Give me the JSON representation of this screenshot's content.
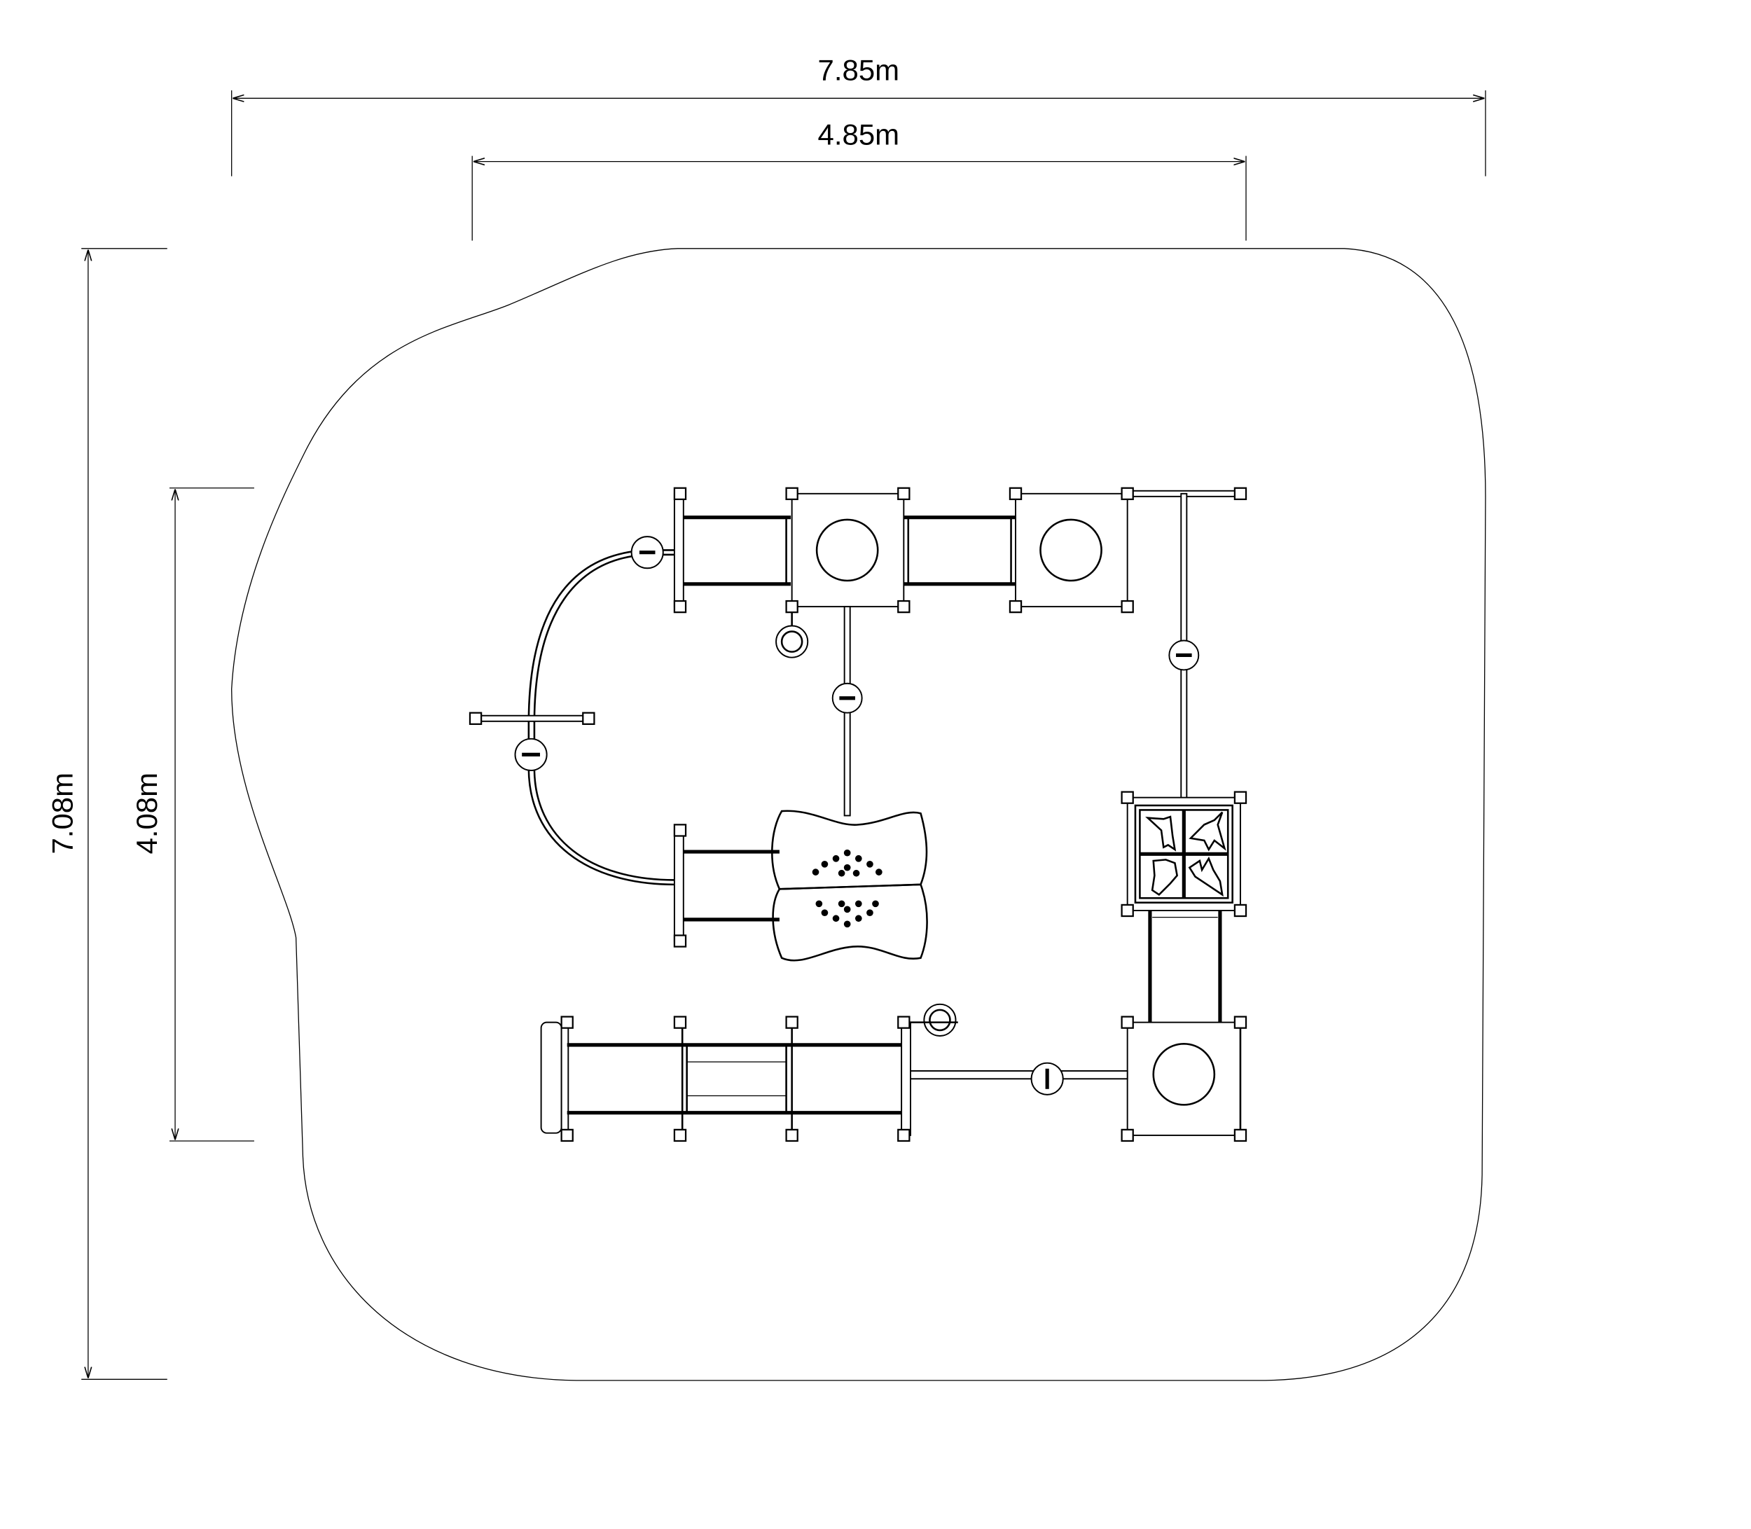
{
  "drawing": {
    "type": "playground-plan-top-view",
    "dimensions": {
      "overall_width": "7.85m",
      "equipment_width": "4.85m",
      "overall_depth": "7.08m",
      "equipment_depth": "4.08m"
    },
    "colors": {
      "line": "#000000",
      "background": "#ffffff"
    }
  }
}
